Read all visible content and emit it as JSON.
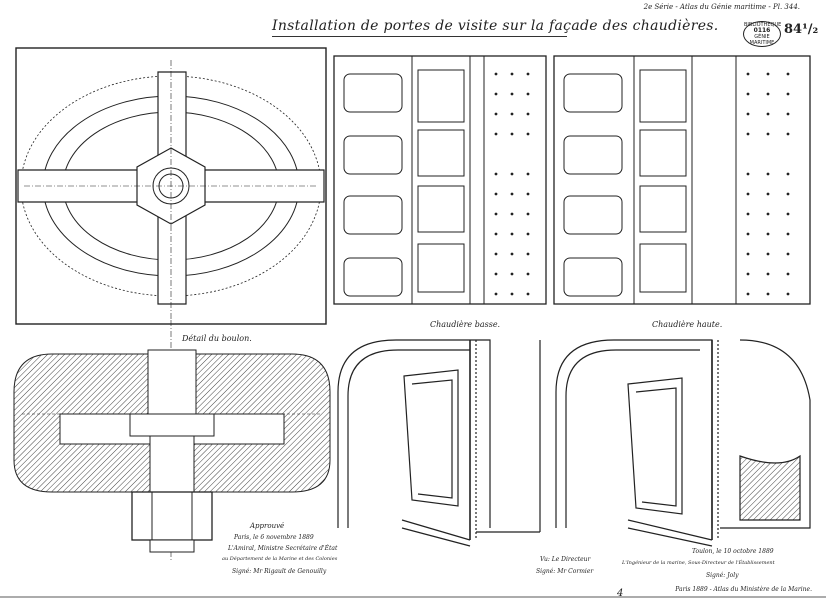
{
  "title": "Installation de portes de visite sur la façade des chaudières.",
  "header_ref": "2e Série - Atlas du Génie maritime - Pl. 344.",
  "plate": {
    "top": "BIBLIOTHÈQUE",
    "number": "0116",
    "bottom": "GÉNIE MARITIME"
  },
  "sheet_number": "84¹/₂",
  "labels": {
    "detail": "Détail du boulon.",
    "chaudiere_basse": "Chaudière basse.",
    "chaudiere_haute": "Chaudière haute."
  },
  "approval": {
    "line1": "Approuvé",
    "line2": "Paris, le 6 novembre 1889",
    "line3": "L'Amiral, Ministre Secrétaire d'État",
    "line4": "au Département de la Marine et des Colonies",
    "line5": "Signé: Mr Rigault de Genouilly"
  },
  "verifier": {
    "line1": "Vu: Le Directeur",
    "line2": "Signé: Mr Cormier"
  },
  "engineer": {
    "line1": "Toulon, le 10 octobre 1889",
    "line2": "L'Ingénieur de la marine, Sous-Directeur de l'Établissement",
    "line3": "Signé: Joly"
  },
  "page_number": "4",
  "bottom_ref": "Paris 1889 - Atlas du Ministère de la Marine."
}
